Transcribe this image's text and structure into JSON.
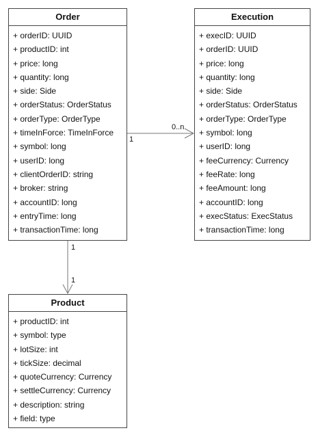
{
  "classes": {
    "order": {
      "name": "Order",
      "attributes": [
        "+ orderID: UUID",
        "+ productID: int",
        "+ price:  long",
        "+ quantity:  long",
        "+ side:  Side",
        "+ orderStatus:  OrderStatus",
        "+ orderType:  OrderType",
        "+ timeInForce:  TimeInForce",
        "+ symbol:  long",
        "+ userID:  long",
        "+ clientOrderID:  string",
        "+ broker:  string",
        "+ accountID:  long",
        "+ entryTime:  long",
        "+ transactionTime:  long"
      ]
    },
    "execution": {
      "name": "Execution",
      "attributes": [
        "+ execID:  UUID",
        "+ orderID:  UUID",
        "+ price:  long",
        "+ quantity:  long",
        "+ side:  Side",
        "+ orderStatus:  OrderStatus",
        "+ orderType:  OrderType",
        "+ symbol:  long",
        "+ userID:  long",
        "+ feeCurrency:  Currency",
        "+ feeRate:  long",
        "+ feeAmount:  long",
        "+ accountID:  long",
        "+ execStatus:  ExecStatus",
        "+ transactionTime:  long"
      ]
    },
    "product": {
      "name": "Product",
      "attributes": [
        "+ productID:  int",
        "+ symbol:  type",
        "+ lotSize:  int",
        "+ tickSize:  decimal",
        "+ quoteCurrency:  Currency",
        "+ settleCurrency:  Currency",
        "+ description:  string",
        "+ field:  type"
      ]
    }
  },
  "relations": {
    "order_execution": {
      "source_multiplicity": "1",
      "target_multiplicity": "0..n"
    },
    "order_product": {
      "source_multiplicity": "1",
      "target_multiplicity": "1"
    }
  },
  "colors": {
    "line": "#777777",
    "border": "#444444"
  }
}
